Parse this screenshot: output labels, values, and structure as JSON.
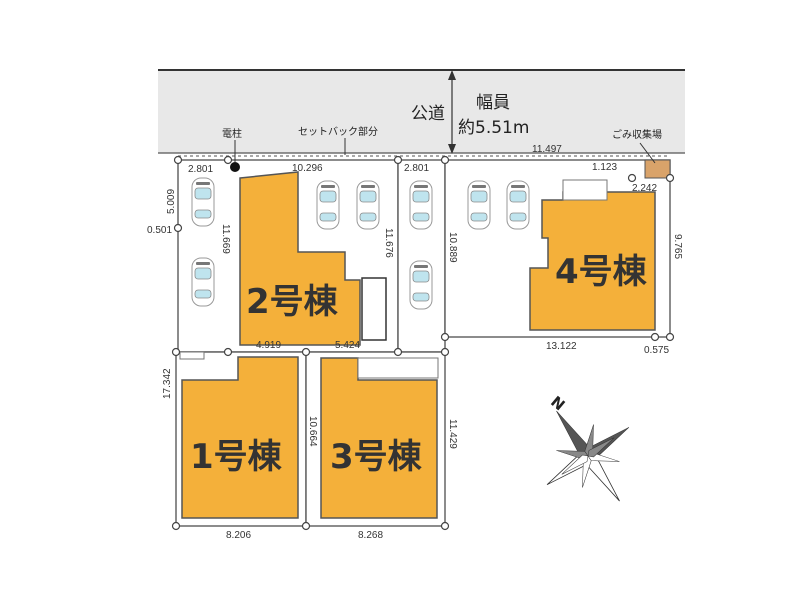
{
  "road": {
    "label": "公道",
    "width_title": "幅員",
    "width_value": "約5.51m"
  },
  "labels": {
    "pole": "電柱",
    "setback": "セットバック部分",
    "garbage": "ごみ収集場"
  },
  "buildings": {
    "b1": "1号棟",
    "b2": "2号棟",
    "b3": "3号棟",
    "b4": "4号棟"
  },
  "dimensions": {
    "d_2801_left": "2.801",
    "d_10296": "10.296",
    "d_2801_mid": "2.801",
    "d_11497": "11.497",
    "d_1123": "1.123",
    "d_5009": "5.009",
    "d_0501": "0.501",
    "d_11669": "11.669",
    "d_11676": "11.676",
    "d_10889": "10.889",
    "d_2242": "2.242",
    "d_9765": "9.765",
    "d_4919": "4.919",
    "d_5424": "5.424",
    "d_13122": "13.122",
    "d_0575": "0.575",
    "d_17342": "17.342",
    "d_10664": "10.664",
    "d_11429": "11.429",
    "d_8206": "8.206",
    "d_8268": "8.268"
  },
  "compass": {
    "north": "N"
  },
  "colors": {
    "building_fill": "#F4B03A",
    "road_fill": "#E8E8E8",
    "garbage_fill": "#D9A36A"
  }
}
